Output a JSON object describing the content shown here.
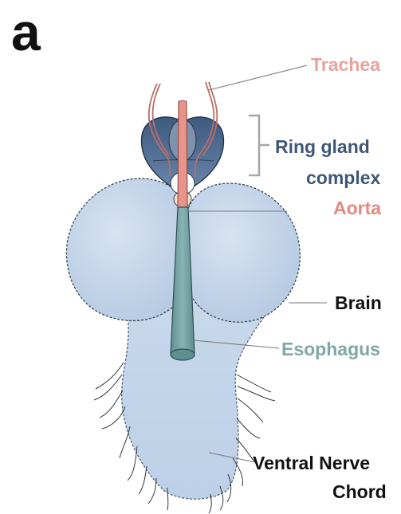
{
  "panel_letter": "a",
  "labels": {
    "trachea": "Trachea",
    "ring_gland_1": "Ring gland",
    "ring_gland_2": "complex",
    "aorta": "Aorta",
    "brain": "Brain",
    "esophagus": "Esophagus",
    "vnc_1": "Ventral Nerve",
    "vnc_2": "Chord"
  },
  "colors": {
    "trachea": "#e8a39a",
    "ring_gland": "#3f5777",
    "aorta": "#e38a7f",
    "brain_text": "#111111",
    "esophagus": "#7fa7a8",
    "vnc_text": "#111111",
    "tissue_fill": "#c7d7ea",
    "tissue_stroke": "#3a4452",
    "ring_gland_fill": "#4f6b8f",
    "esophagus_fill": "#6f9c9d",
    "aorta_fill": "#e9948a"
  }
}
